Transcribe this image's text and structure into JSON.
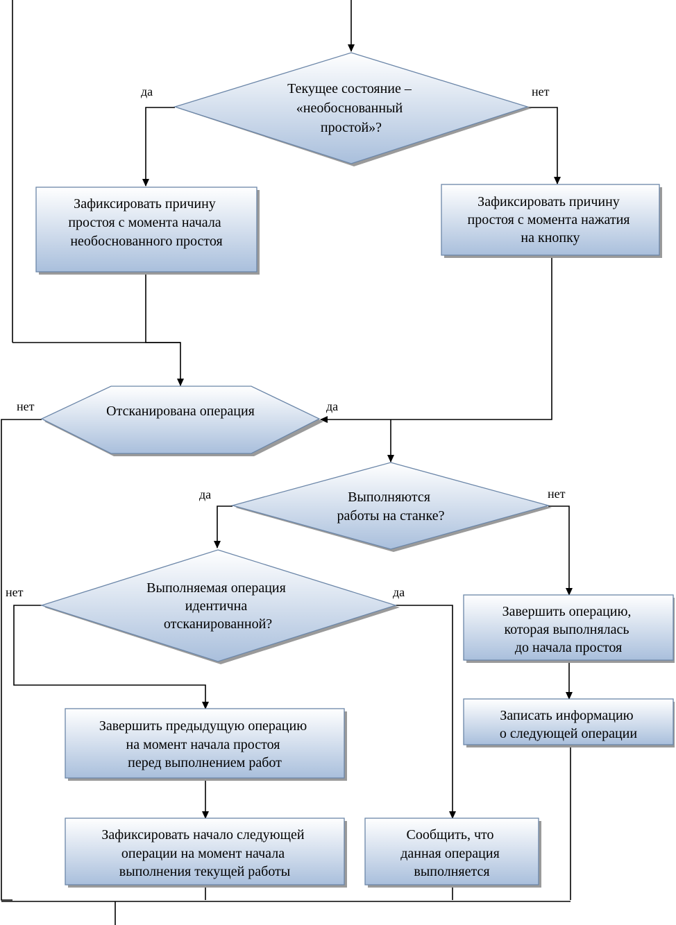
{
  "colors": {
    "fill_top": "#ffffff",
    "fill_bottom": "#a9bfdc",
    "border": "#6b86a8",
    "shadow": "#9a9a9a",
    "line": "#000000"
  },
  "nodes": {
    "d1": [
      "Текущее состояние –",
      "«необоснованный",
      "простой»?"
    ],
    "b1": [
      "Зафиксировать причину",
      "простоя с момента начала",
      "необоснованного простоя"
    ],
    "b2": [
      "Зафиксировать причину",
      "простоя с момента нажатия",
      "на кнопку"
    ],
    "h1": [
      "Отсканирована операция"
    ],
    "d2": [
      "Выполняются",
      "работы на станке?"
    ],
    "d3": [
      "Выполняемая операция",
      "идентична",
      "отсканированной?"
    ],
    "b3": [
      "Завершить операцию,",
      "которая выполнялась",
      "до начала простоя"
    ],
    "b4": [
      "Записать информацию",
      "о следующей операции"
    ],
    "b5": [
      "Завершить предыдущую операцию",
      "на момент начала простоя",
      "перед выполнением работ"
    ],
    "b6": [
      "Зафиксировать начало следующей",
      "операции на момент начала",
      "выполнения текущей работы"
    ],
    "b7": [
      "Сообщить, что",
      "данная операция",
      "выполняется"
    ]
  },
  "labels": {
    "yes": "да",
    "no": "нет"
  }
}
